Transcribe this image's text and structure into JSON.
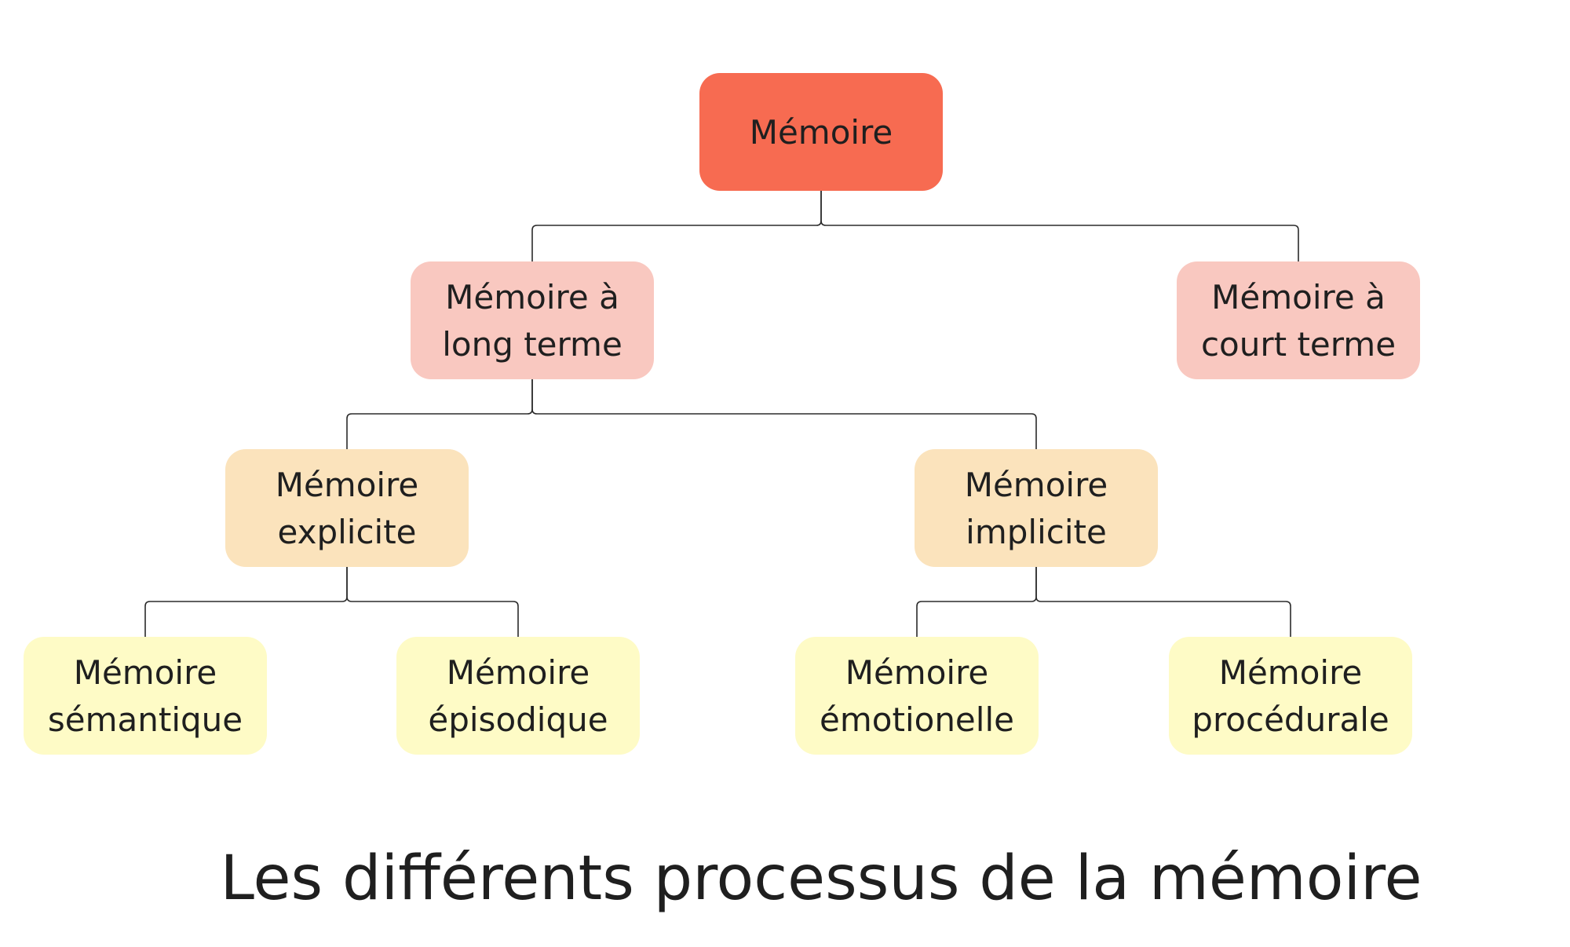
{
  "colors": {
    "root": "#F76B51",
    "level1": "#F9C8C0",
    "level2": "#FBE3BC",
    "level3": "#FEFBC6",
    "connector": "#2b2b2b",
    "text": "#1f1f1f"
  },
  "caption": "Les différents processus de la mémoire",
  "nodes": [
    {
      "id": "memoire",
      "level": "root",
      "lines": [
        "Mémoire"
      ]
    },
    {
      "id": "long-terme",
      "level": "level1",
      "lines": [
        "Mémoire à",
        "long terme"
      ]
    },
    {
      "id": "court-terme",
      "level": "level1",
      "lines": [
        "Mémoire à",
        "court terme"
      ]
    },
    {
      "id": "explicite",
      "level": "level2",
      "lines": [
        "Mémoire",
        "explicite"
      ]
    },
    {
      "id": "implicite",
      "level": "level2",
      "lines": [
        "Mémoire",
        "implicite"
      ]
    },
    {
      "id": "semantique",
      "level": "level3",
      "lines": [
        "Mémoire",
        "sémantique"
      ]
    },
    {
      "id": "episodique",
      "level": "level3",
      "lines": [
        "Mémoire",
        "épisodique"
      ]
    },
    {
      "id": "emotionelle",
      "level": "level3",
      "lines": [
        "Mémoire",
        "émotionelle"
      ]
    },
    {
      "id": "procedurale",
      "level": "level3",
      "lines": [
        "Mémoire",
        "procédurale"
      ]
    }
  ],
  "edges": [
    {
      "from": "memoire",
      "to": "long-terme"
    },
    {
      "from": "memoire",
      "to": "court-terme"
    },
    {
      "from": "long-terme",
      "to": "explicite"
    },
    {
      "from": "long-terme",
      "to": "implicite"
    },
    {
      "from": "explicite",
      "to": "semantique"
    },
    {
      "from": "explicite",
      "to": "episodique"
    },
    {
      "from": "implicite",
      "to": "emotionelle"
    },
    {
      "from": "implicite",
      "to": "procedurale"
    }
  ]
}
